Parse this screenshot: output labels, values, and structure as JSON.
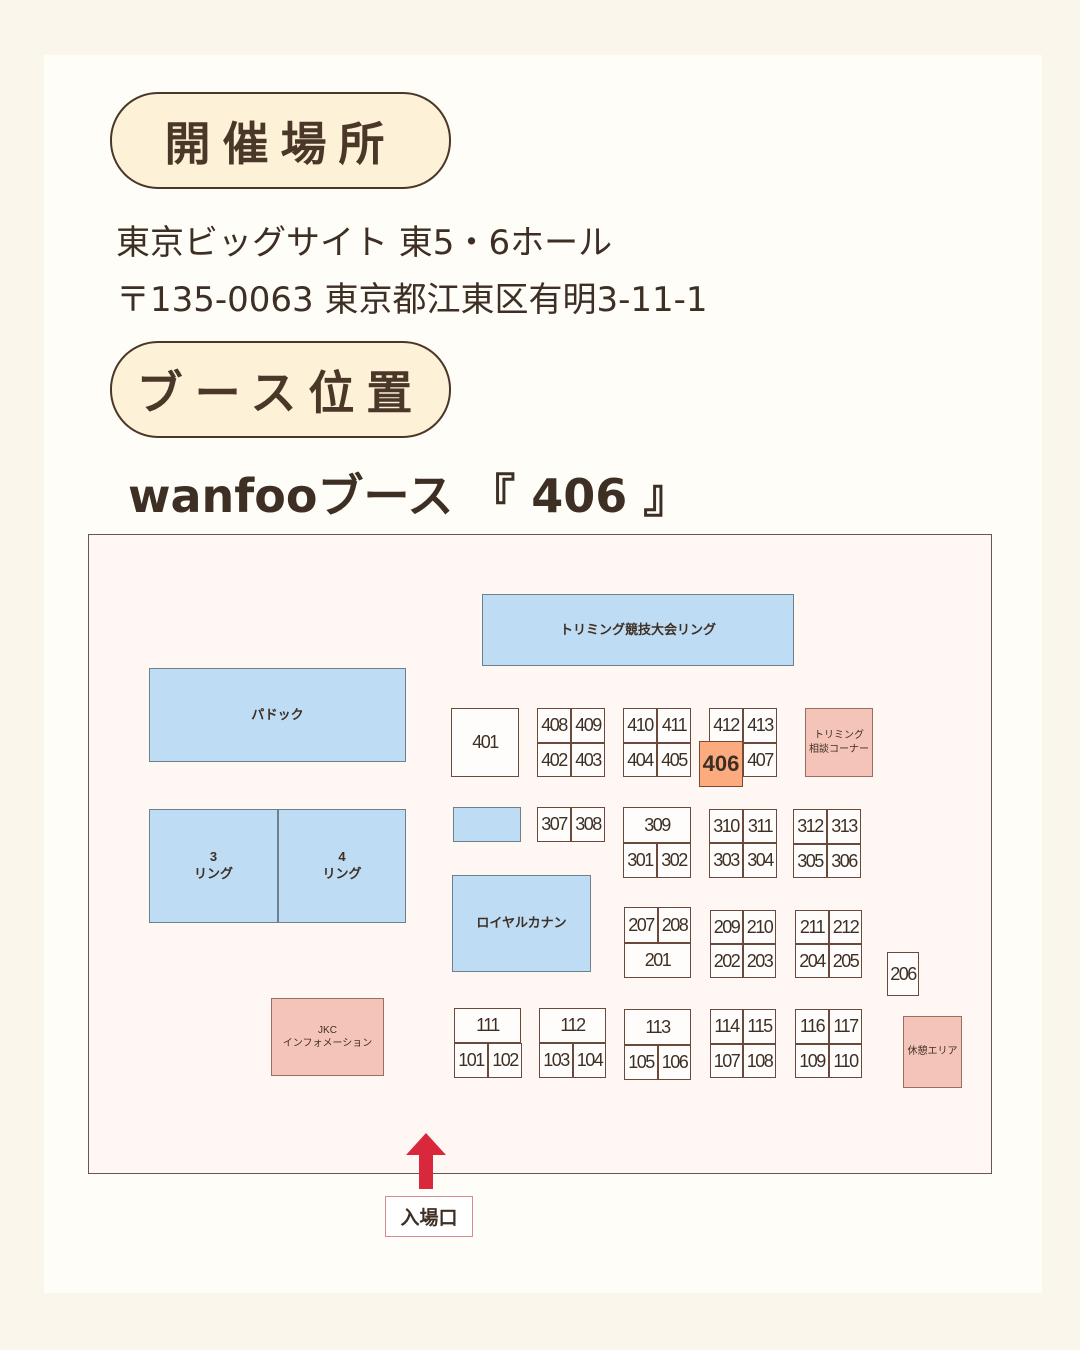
{
  "venue_heading": "開催場所",
  "venue_name": "東京ビッグサイト 東5・6ホール",
  "venue_address": "〒135-0063 東京都江東区有明3-11-1",
  "booth_heading": "ブース位置",
  "booth_label": "wanfooブース 『 406 』",
  "highlight_booth": "406",
  "colors": {
    "area": "#bedcf3",
    "service": "#f5c4b8",
    "highlight": "#fbab7e",
    "entrance_arrow": "#d9283b"
  },
  "areas": {
    "grooming_ring": "トリミング競技大会リング",
    "paddock": "パドック",
    "ring3": "3\nリング",
    "ring4": "4\nリング",
    "royal_canin": "ロイヤルカナン",
    "grooming_consult": "トリミング\n相談コーナー",
    "jkc": "JKC\nインフォメーション",
    "rest_area": "休憩エリア"
  },
  "booths": [
    "401",
    "408",
    "409",
    "402",
    "403",
    "410",
    "411",
    "404",
    "405",
    "412",
    "413",
    "406",
    "407",
    "307",
    "308",
    "309",
    "301",
    "302",
    "310",
    "311",
    "303",
    "304",
    "312",
    "313",
    "305",
    "306",
    "207",
    "208",
    "201",
    "209",
    "210",
    "202",
    "203",
    "211",
    "212",
    "204",
    "205",
    "206",
    "111",
    "101",
    "102",
    "112",
    "103",
    "104",
    "113",
    "105",
    "106",
    "114",
    "115",
    "107",
    "108",
    "116",
    "117",
    "109",
    "110"
  ],
  "entrance": "入場口"
}
